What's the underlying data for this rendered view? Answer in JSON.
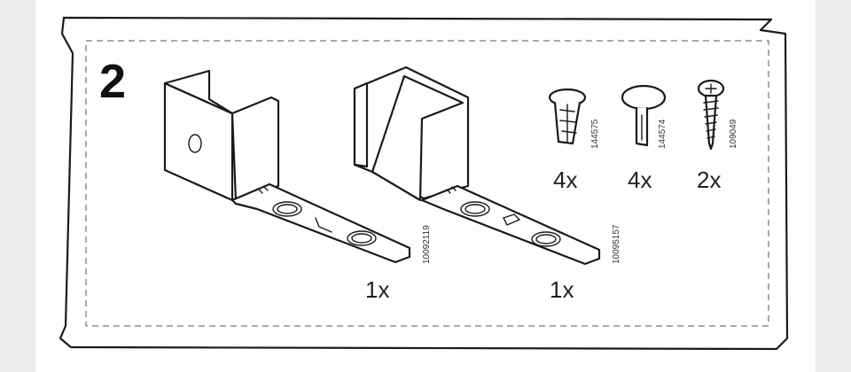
{
  "step_number": "2",
  "parts": [
    {
      "name": "bracket-left",
      "code": "10092119",
      "quantity": "1x"
    },
    {
      "name": "bracket-right",
      "code": "10095157",
      "quantity": "1x"
    },
    {
      "name": "wall-plug",
      "code": "144575",
      "quantity": "4x"
    },
    {
      "name": "cap-pin",
      "code": "144574",
      "quantity": "4x"
    },
    {
      "name": "screw",
      "code": "109049",
      "quantity": "2x"
    }
  ]
}
